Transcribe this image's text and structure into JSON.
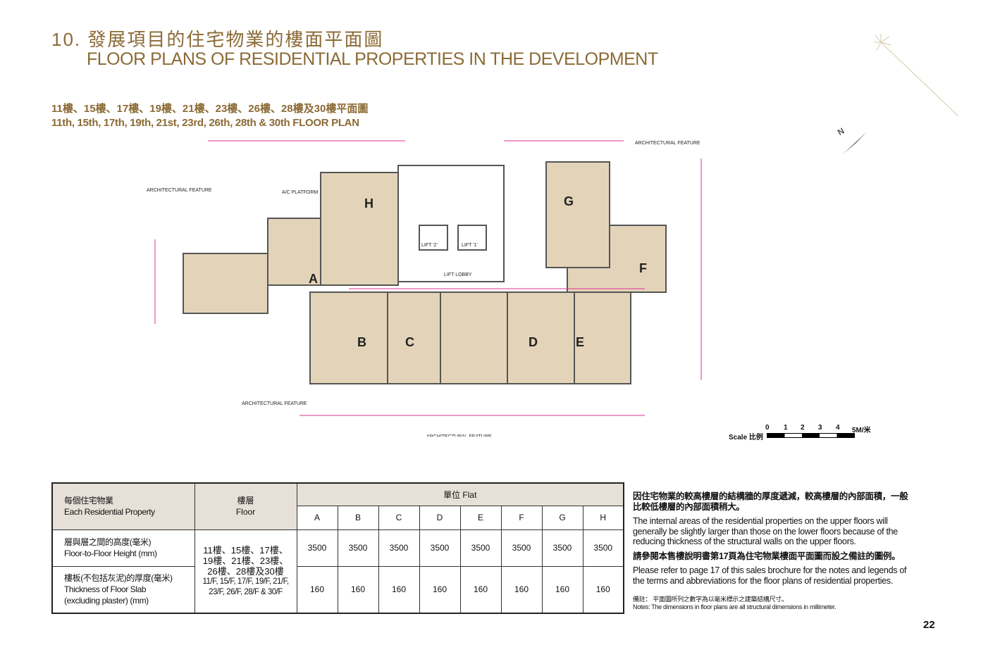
{
  "header": {
    "title_zh": "10. 發展項目的住宅物業的樓面平面圖",
    "title_en": "FLOOR PLANS OF RESIDENTIAL PROPERTIES IN THE DEVELOPMENT"
  },
  "plan": {
    "subtitle_zh": "11樓、15樓、17樓、19樓、21樓、23樓、26樓、28樓及30樓平面圖",
    "subtitle_en": "11th, 15th, 17th, 19th, 21st, 23rd, 26th, 28th & 30th FLOOR PLAN",
    "units": [
      "A",
      "B",
      "C",
      "D",
      "E",
      "F",
      "G",
      "H"
    ],
    "labels": {
      "arch": "ARCHITECTURAL FEATURE",
      "lift1": "LIFT '1'",
      "lift2": "LIFT '2'",
      "lobby": "LIFT LOBBY",
      "ac": "A/C PLATFORM"
    },
    "scale_label": "Scale 比例",
    "scale_ticks": [
      "0",
      "1",
      "2",
      "3",
      "4",
      "5M/米"
    ]
  },
  "table": {
    "col1_zh": "每個住宅物業",
    "col1_en": "Each Residential Property",
    "col2_zh": "樓層",
    "col2_en": "Floor",
    "flat_header": "單位 Flat",
    "flats": [
      "A",
      "B",
      "C",
      "D",
      "E",
      "F",
      "G",
      "H"
    ],
    "floor_zh": "11樓、15樓、17樓、19樓、21樓、23樓、26樓、28樓及30樓",
    "floor_en": "11/F, 15/F, 17/F, 19/F, 21/F, 23/F, 26/F, 28/F & 30/F",
    "rows": [
      {
        "label_zh": "層與層之間的高度(毫米)",
        "label_en": "Floor-to-Floor Height (mm)",
        "values": [
          "3500",
          "3500",
          "3500",
          "3500",
          "3500",
          "3500",
          "3500",
          "3500"
        ]
      },
      {
        "label_zh": "樓板(不包括灰泥)的厚度(毫米)",
        "label_en": "Thickness of Floor Slab",
        "label_en2": "(excluding plaster) (mm)",
        "values": [
          "160",
          "160",
          "160",
          "160",
          "160",
          "160",
          "160",
          "160"
        ]
      }
    ]
  },
  "notes": {
    "p1_zh": "因住宅物業的較高樓層的結構牆的厚度遞減，較高樓層的內部面積，一般比較低樓層的內部面積稍大。",
    "p1_en": "The internal areas of the residential properties on the upper floors will generally be slightly larger than those on the lower floors because of the reducing thickness of the structural walls on the upper floors.",
    "p2_zh": "請參閱本售樓說明書第17頁為住宅物業樓面平面圖而設之備註的圖例。",
    "p2_en": "Please refer to page 17 of this sales brochure for the notes and legends of the terms and abbreviations for the floor plans of residential properties.",
    "n_zh": "備註： 平面圖所列之數字為以毫米標示之建築結構尺寸。",
    "n_en": "Notes:  The dimensions in floor plans are all structural dimensions in millimeter."
  },
  "page_number": "22"
}
